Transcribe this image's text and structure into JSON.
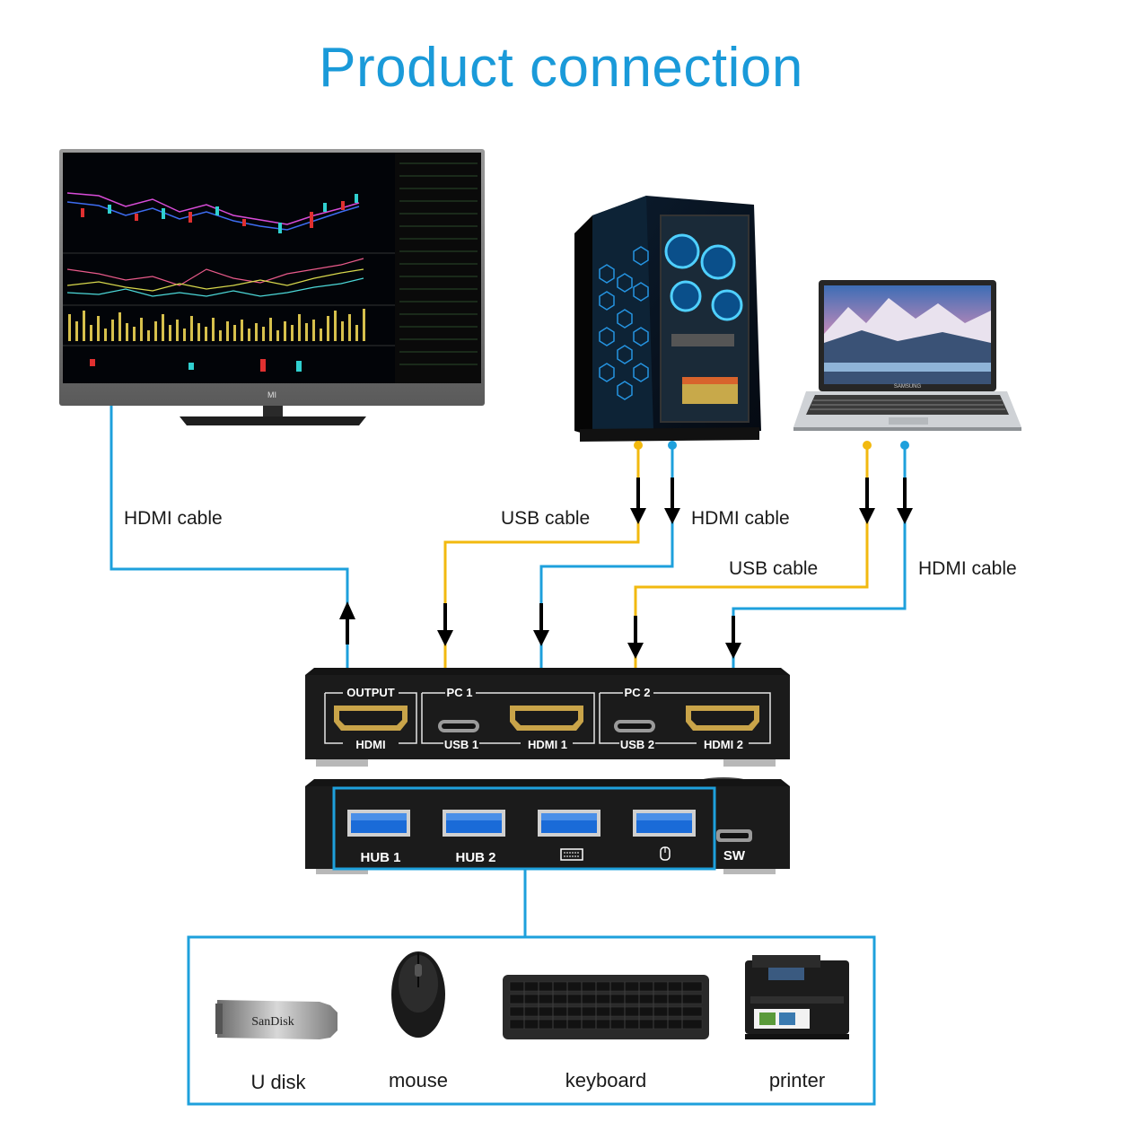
{
  "title": "Product connection",
  "cables": {
    "monitor_hdmi": "HDMI cable",
    "pc_usb": "USB cable",
    "pc_hdmi": "HDMI cable",
    "laptop_usb": "USB cable",
    "laptop_hdmi": "HDMI cable"
  },
  "switch_front": {
    "output_top": "OUTPUT",
    "output_bottom": "HDMI",
    "pc1_top": "PC 1",
    "pc1_usb": "USB 1",
    "pc1_hdmi": "HDMI 1",
    "pc2_top": "PC 2",
    "pc2_usb": "USB 2",
    "pc2_hdmi": "HDMI 2"
  },
  "switch_back": {
    "hub1": "HUB  1",
    "hub2": "HUB  2",
    "sw": "SW"
  },
  "devices": {
    "udisk": "U disk",
    "mouse": "mouse",
    "keyboard": "keyboard",
    "printer": "printer"
  },
  "brand_marks": {
    "monitor": "MI",
    "laptop": "SAMSUNG",
    "udisk": "SanDisk"
  },
  "colors": {
    "title": "#1a9ad9",
    "hdmi_cable": "#1ea0dc",
    "usb_cable": "#f2b90f",
    "box_outline": "#1ea0dc"
  }
}
